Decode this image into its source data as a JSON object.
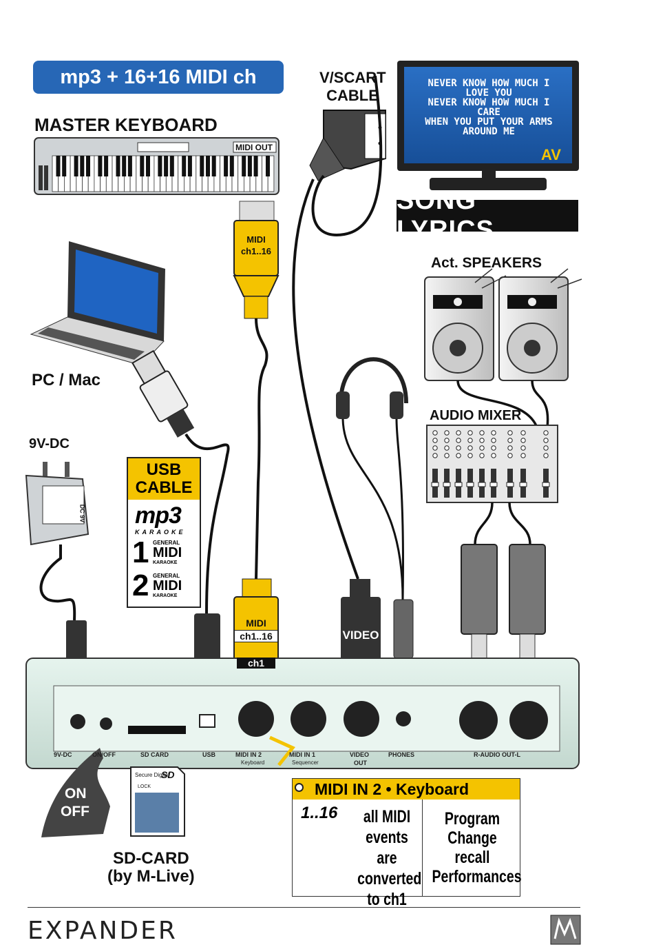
{
  "badge": "mp3 + 16+16 MIDI ch",
  "master_keyboard": {
    "title": "MASTER KEYBOARD",
    "port": "MIDI OUT"
  },
  "scart": {
    "line1": "V/SCART",
    "line2": "CABLE"
  },
  "tv": {
    "lyrics": [
      "NEVER KNOW HOW MUCH I",
      "LOVE YOU",
      "NEVER KNOW HOW MUCH I",
      "CARE",
      "WHEN YOU PUT YOUR ARMS",
      "AROUND ME"
    ],
    "av": "AV"
  },
  "song_lyrics": "SONG LYRICS",
  "midi_plug_top": {
    "line1": "MIDI",
    "line2": "ch1..16"
  },
  "speakers": "Act. SPEAKERS",
  "pc": "PC / Mac",
  "audio_mixer": "AUDIO MIXER",
  "dc": "9V-DC",
  "adapter_label": "DC 9V",
  "usb_box": {
    "line1": "USB",
    "line2": "CABLE",
    "mp3": "mp3",
    "karaoke": "KARAOKE",
    "gm1": "1",
    "gm2": "2",
    "general": "GENERAL",
    "midi": "MIDI",
    "karaoke_small": "KARAOKE"
  },
  "midi_plug_bottom": {
    "line1": "MIDI",
    "line2": "ch1..16",
    "line3": "ch1"
  },
  "video_plug": "VIDEO",
  "panel_labels": [
    "9V-DC",
    "ON/OFF",
    "SD CARD",
    "USB",
    "MIDI IN 2",
    "Keyboard",
    "MIDI IN 1",
    "Sequencer",
    "VIDEO",
    "OUT",
    "PHONES",
    "R-AUDIO OUT-L"
  ],
  "onoff": {
    "line1": "ON",
    "line2": "OFF"
  },
  "sd": {
    "brand": "Secure Digital",
    "sd": "SD",
    "lock": "LOCK",
    "title": "SD-CARD",
    "sub": "(by M-Live)"
  },
  "callout": {
    "title": "MIDI IN 2 • Keyboard",
    "range": "1..16",
    "one": "1",
    "col1": [
      "all MIDI",
      "events are",
      "converted",
      "to ch1"
    ],
    "col2": [
      "Program",
      "Change",
      "recall",
      "Performances"
    ]
  },
  "footer": {
    "brand": "EXPANDER"
  },
  "colors": {
    "blue": "#2767b6",
    "yellow": "#f4c300",
    "panel": "#d9ece4",
    "tv": "#1f5fb0"
  }
}
